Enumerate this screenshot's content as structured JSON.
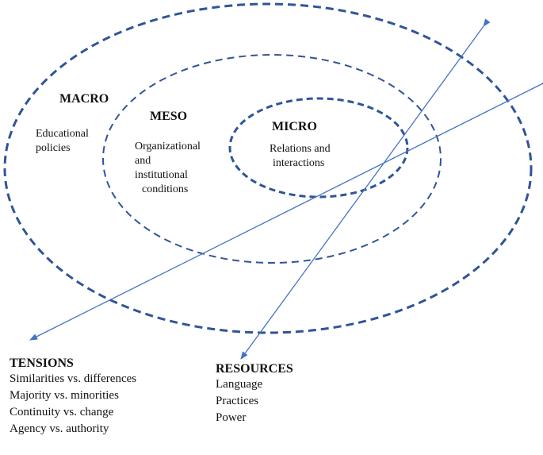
{
  "colors": {
    "ring": "#2f5597",
    "axis": "#4472c4",
    "text": "#111111"
  },
  "levels": {
    "macro": {
      "title": "MACRO",
      "lines": [
        "Educational",
        "policies"
      ]
    },
    "meso": {
      "title": "MESO",
      "lines": [
        "Organizational",
        "and",
        "institutional",
        "conditions"
      ]
    },
    "micro": {
      "title": "MICRO",
      "lines": [
        "Relations and",
        "interactions"
      ]
    }
  },
  "tensions": {
    "title": "TENSIONS",
    "items": [
      "Similarities vs. differences",
      "Majority vs. minorities",
      "Continuity vs. change",
      "Agency vs. authority"
    ]
  },
  "resources": {
    "title": "RESOURCES",
    "items": [
      "Language",
      "Practices",
      "Power"
    ]
  }
}
